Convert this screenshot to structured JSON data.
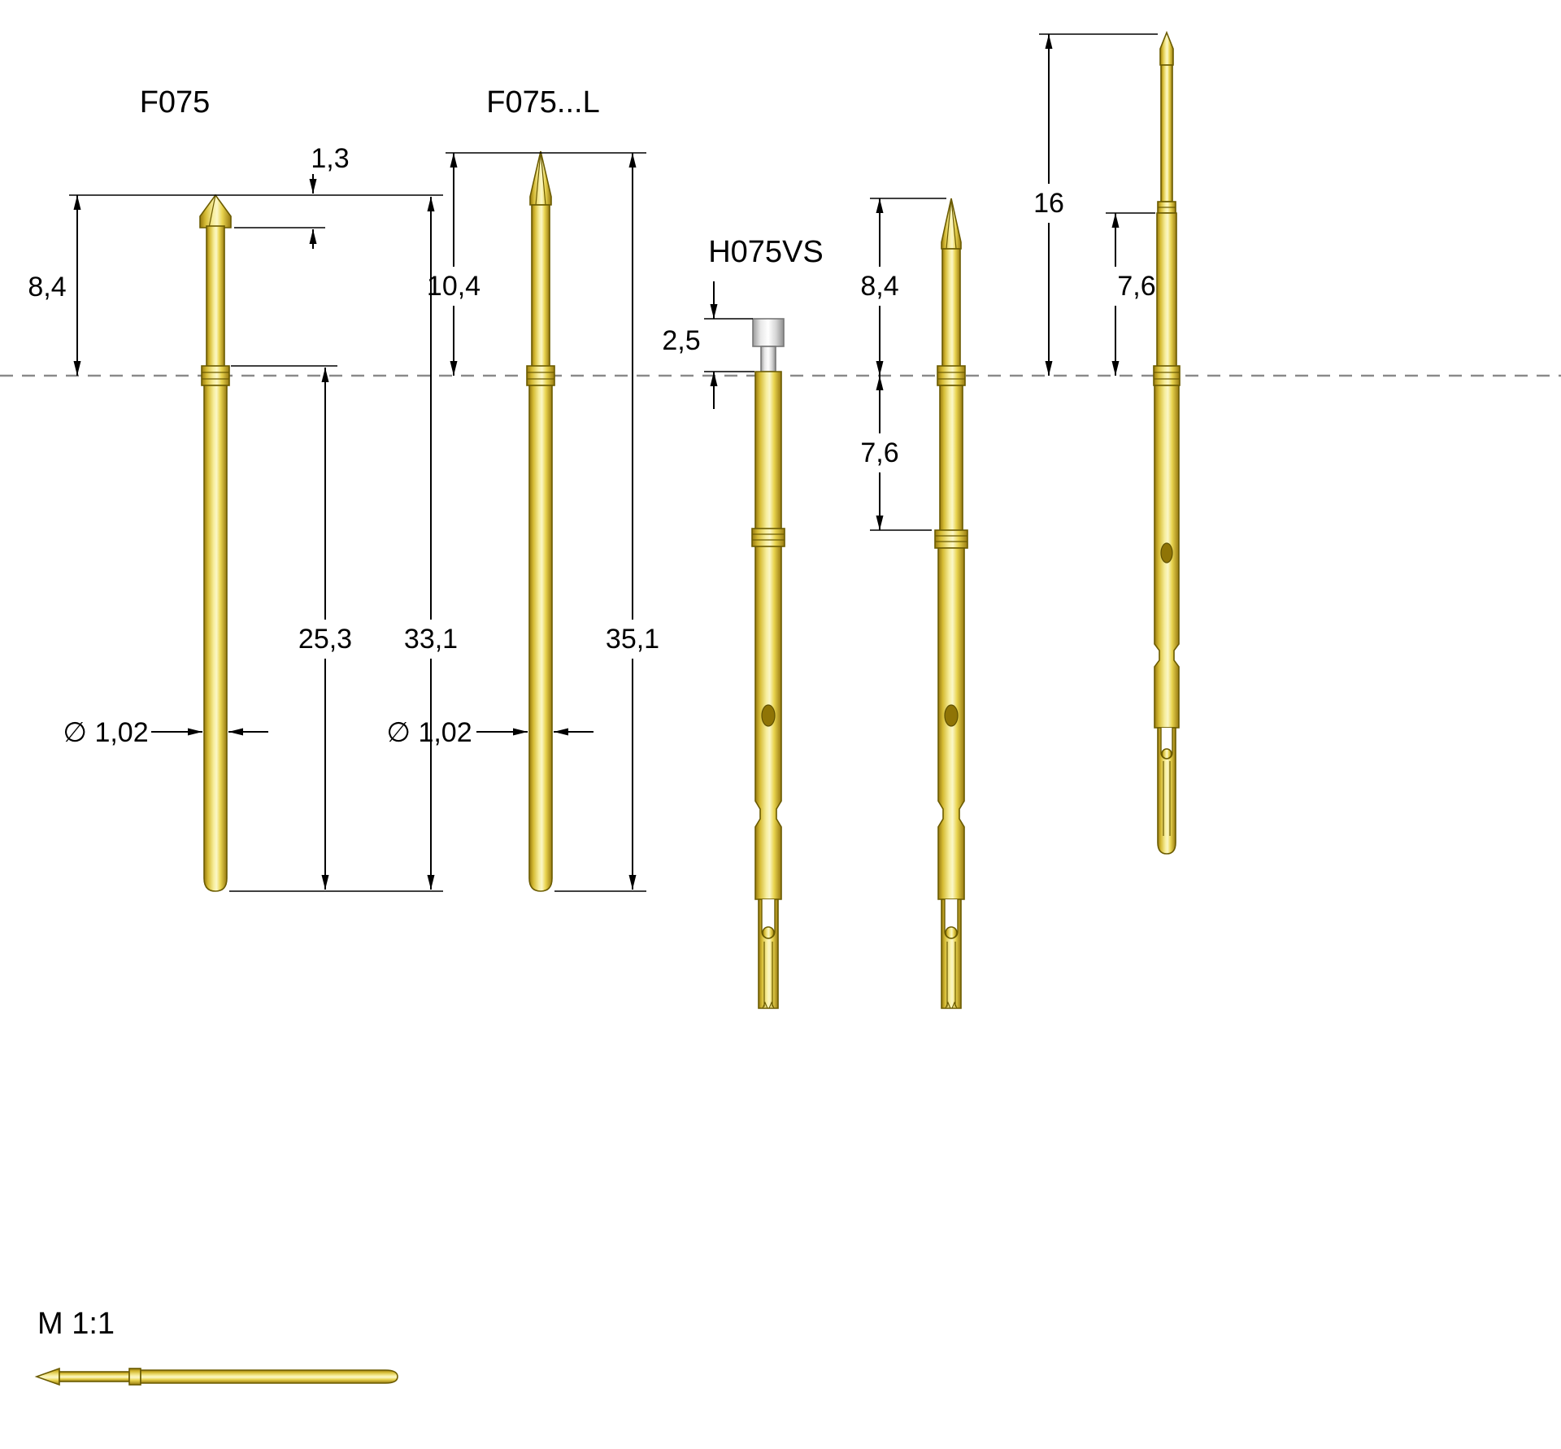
{
  "drawing": {
    "type": "technical-dimension-drawing",
    "subject": "spring contact test probes"
  },
  "labels": {
    "probe1": "F075",
    "probe2": "F075...L",
    "probe3": "H075VS",
    "scale": "M 1:1"
  },
  "dimensions": {
    "probe1": {
      "tip_length": "1,3",
      "above_board": "8,4",
      "shaft_length": "25,3",
      "total_length": "33,1",
      "diameter": "∅ 1,02"
    },
    "probe2": {
      "above_board": "10,4",
      "total_length": "35,1",
      "diameter": "∅ 1,02"
    },
    "probe3": {
      "head_height": "2,5"
    },
    "probe4": {
      "above_board": "8,4",
      "below_board": "7,6"
    },
    "probe5": {
      "above_board": "16",
      "upper_section": "7,6"
    }
  },
  "colors": {
    "gold": "#e9d44f",
    "outline": "#6b5b00",
    "dimension_lines": "#000000",
    "board_line": "#8a8a8a",
    "plunger_head": "#f0f0f0",
    "background": "#ffffff"
  }
}
